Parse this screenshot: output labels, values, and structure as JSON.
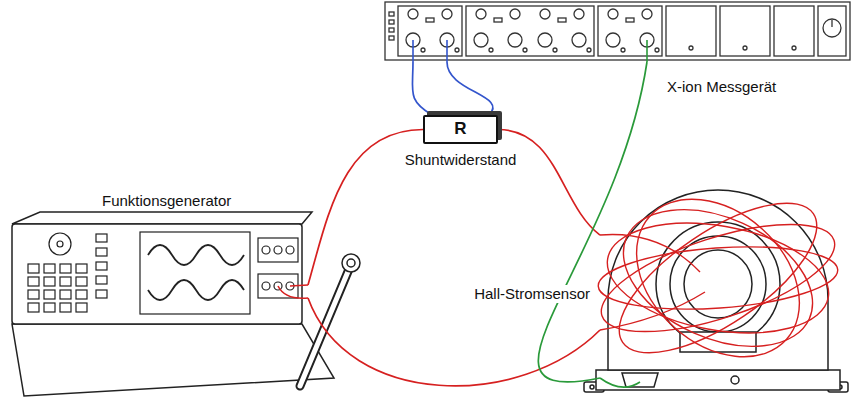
{
  "diagram": {
    "nodes": [
      {
        "text": [
          "X-ion Messgerät"
        ]
      },
      {
        "text": [
          "R",
          "Shuntwiderstand"
        ]
      },
      {
        "text": [
          "Funktionsgenerator"
        ]
      },
      {
        "text": [
          "Hall-Stromsensor"
        ]
      }
    ],
    "edges": [
      {
        "from": 1,
        "to": 0,
        "arrow": "none"
      },
      {
        "from": 1,
        "to": 0,
        "arrow": "none"
      },
      {
        "from": 2,
        "to": 1,
        "arrow": "none"
      },
      {
        "from": 1,
        "to": 3,
        "arrow": "none"
      },
      {
        "from": 3,
        "to": 2,
        "arrow": "none"
      },
      {
        "from": 3,
        "to": 0,
        "arrow": "none"
      }
    ]
  }
}
